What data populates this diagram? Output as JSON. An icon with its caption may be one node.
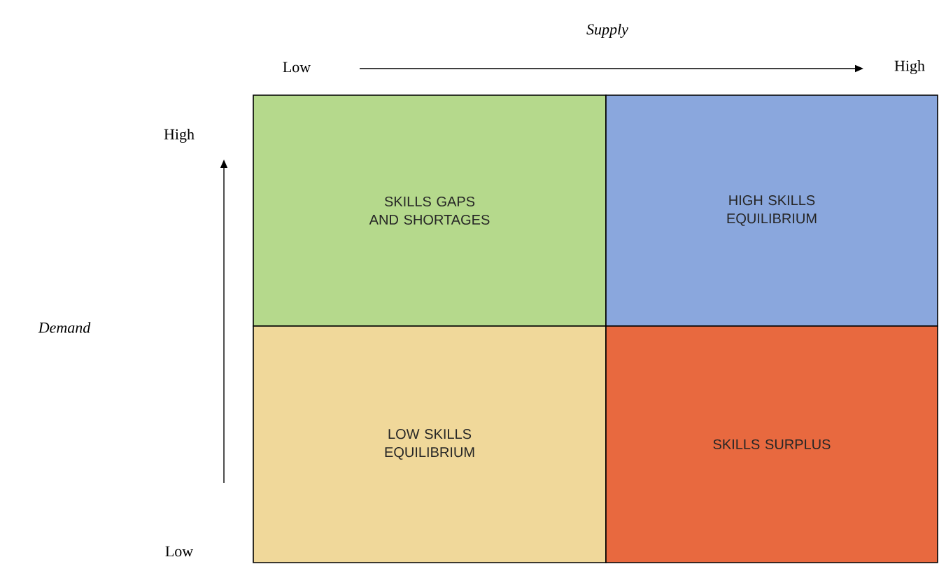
{
  "diagram": {
    "nodes": [
      {
        "text": [
          "SKILLS GAPS AND SHORTAGES"
        ]
      },
      {
        "text": [
          "HIGH SKILLS EQUILIBRIUM"
        ]
      },
      {
        "text": [
          "LOW SKILLS EQUILIBRIUM"
        ]
      },
      {
        "text": [
          "SKILLS SURPLUS"
        ]
      }
    ],
    "labels": [
      "Supply",
      "Low",
      "High",
      "High",
      "Demand",
      "Low"
    ]
  }
}
